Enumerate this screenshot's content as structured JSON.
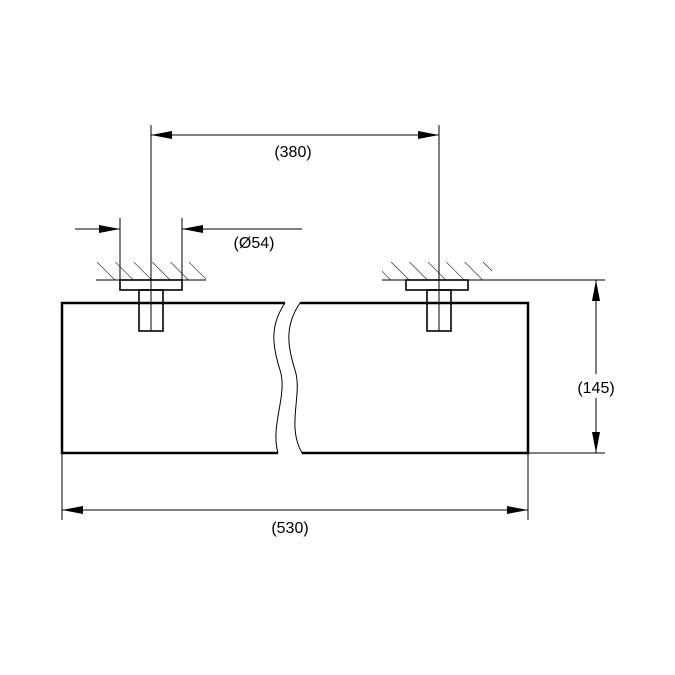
{
  "dimensions": {
    "bracket_spacing": "(380)",
    "diameter": "(Ø54)",
    "height": "(145)",
    "length": "(530)"
  }
}
